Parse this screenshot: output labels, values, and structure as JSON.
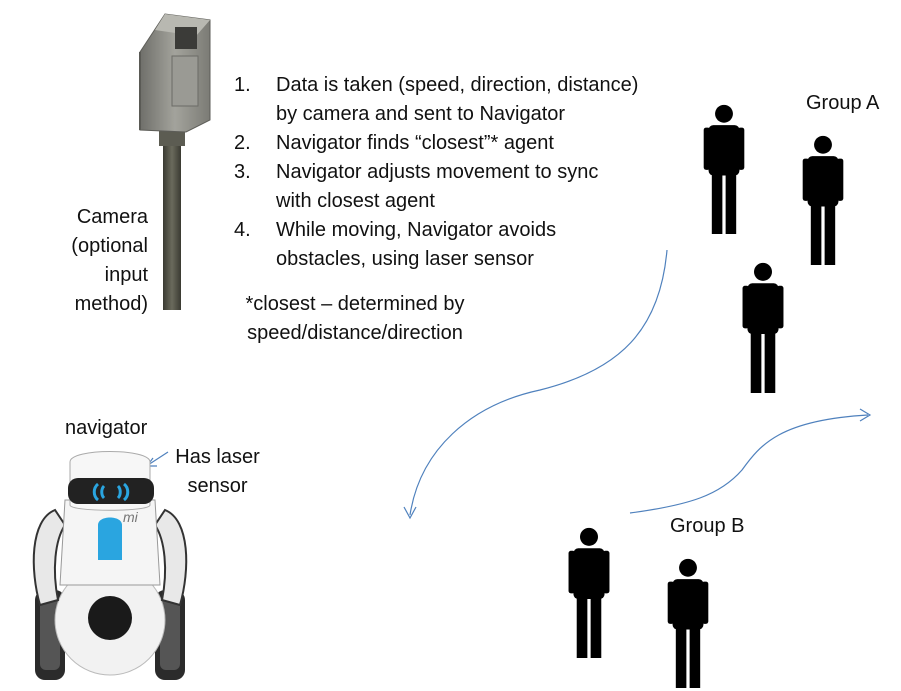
{
  "steps": [
    {
      "num": "1.",
      "lines": [
        "Data is taken (speed, direction, distance)",
        "by camera and sent to Navigator"
      ]
    },
    {
      "num": "2.",
      "lines": [
        "Navigator  finds “closest”* agent"
      ]
    },
    {
      "num": "3.",
      "lines": [
        "Navigator adjusts movement to sync",
        "with closest agent"
      ]
    },
    {
      "num": "4.",
      "lines": [
        "While moving, Navigator avoids",
        "obstacles, using laser sensor"
      ]
    }
  ],
  "footnote": [
    "*closest – determined by",
    "speed/distance/direction"
  ],
  "camera_label": [
    "Camera",
    "(optional",
    "input",
    "method)"
  ],
  "navigator_label": "navigator",
  "laser_label": [
    "Has laser",
    "sensor"
  ],
  "group_a_label": "Group A",
  "group_b_label": "Group B",
  "robot_logo": "mi",
  "colors": {
    "arrow": "#4f81bd",
    "person": "#000000",
    "camera_body": "#8a8a85",
    "pole": "#4a4a40",
    "robot_accent": "#2aa5e0"
  }
}
